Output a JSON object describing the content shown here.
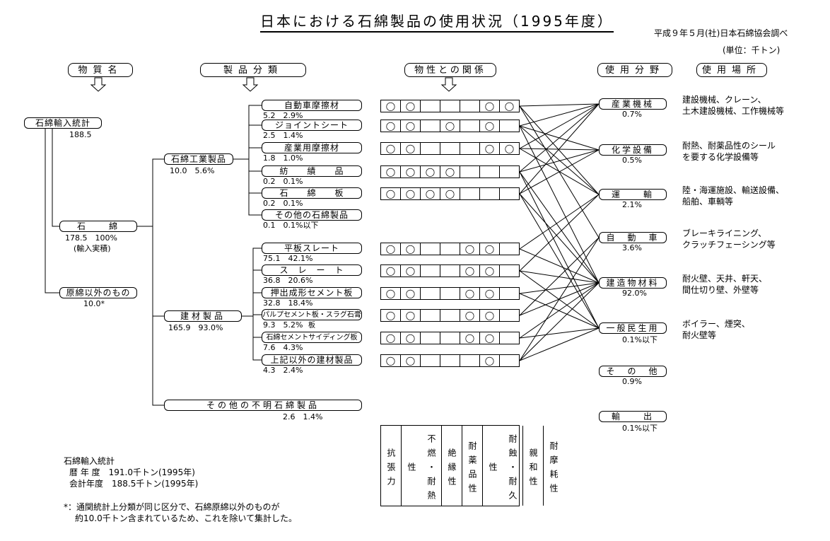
{
  "title": "日本における石綿製品の使用状況（1995年度）",
  "source": "平成９年５月(社)日本石綿協会調べ",
  "unit": "(単位：千トン)",
  "headers": {
    "substance": "物質名",
    "product": "製品分類",
    "property": "物性との関係",
    "field": "使用分野",
    "place": "使用場所"
  },
  "left": {
    "import_stats": {
      "label": "石綿輸入統計",
      "value": "188.5"
    },
    "asbestos": {
      "label": "石　　綿",
      "value": "178.5　100%",
      "note": "(輸入実積)"
    },
    "other": {
      "label": "原綿以外のもの",
      "value": "10.0*"
    }
  },
  "categories": [
    {
      "label": "石綿工業製品",
      "value": "10.0　5.6%"
    },
    {
      "label": "建材製品",
      "value": "165.9　93.0%"
    },
    {
      "label": "その他の不明石綿製品",
      "value": "2.6　1.4%"
    }
  ],
  "products": [
    {
      "label": "自動車摩擦材",
      "value": "5.2　2.9%",
      "cells": [
        "◯",
        "◯",
        "",
        "",
        "",
        "◯",
        "◯"
      ]
    },
    {
      "label": "ジョイントシート",
      "value": "2.5　1.4%",
      "cells": [
        "◯",
        "◯",
        "",
        "◯",
        "",
        "◯",
        ""
      ]
    },
    {
      "label": "産業用摩擦材",
      "value": "1.8　1.0%",
      "cells": [
        "◯",
        "◯",
        "",
        "",
        "",
        "◯",
        "◯"
      ]
    },
    {
      "label": "紡　　績　　品",
      "value": "0.2　0.1%",
      "cells": [
        "◯",
        "◯",
        "◯",
        "◯",
        "",
        "",
        ""
      ]
    },
    {
      "label": "石　　綿　　板",
      "value": "0.2　0.1%",
      "cells": [
        "◯",
        "◯",
        "◯",
        "◯",
        "",
        "",
        ""
      ]
    },
    {
      "label": "その他の石綿製品",
      "value": "0.1　0.1%以下",
      "cells": null
    },
    {
      "label": "平板スレート",
      "value": "75.1　42.1%",
      "cells": [
        "◯",
        "◯",
        "",
        "",
        "◯",
        "◯",
        ""
      ]
    },
    {
      "label": "ス　レ　ー　ト",
      "value": "36.8　20.6%",
      "cells": [
        "◯",
        "◯",
        "",
        "",
        "◯",
        "◯",
        ""
      ]
    },
    {
      "label": "押出成形セメント板",
      "value": "32.8　18.4%",
      "cells": [
        "◯",
        "◯",
        "",
        "",
        "◯",
        "◯",
        ""
      ]
    },
    {
      "label": "パルプセメント板・スラグ石膏板",
      "value": "9.3　5.2%",
      "cells": [
        "◯",
        "◯",
        "",
        "",
        "◯",
        "◯",
        ""
      ]
    },
    {
      "label": "石綿セメントサイディング板",
      "value": "7.6　4.3%",
      "cells": [
        "◯",
        "◯",
        "",
        "",
        "◯",
        "◯",
        ""
      ]
    },
    {
      "label": "上記以外の建材製品",
      "value": "4.3　2.4%",
      "cells": [
        "◯",
        "◯",
        "",
        "",
        "",
        "◯",
        ""
      ]
    }
  ],
  "fields": [
    {
      "label": "産業機械",
      "value": "0.7%",
      "place": "建設機械、クレーン、\n土木建設機械、工作機械等"
    },
    {
      "label": "化学設備",
      "value": "0.5%",
      "place": "耐熱、耐薬品性のシール\nを要する化学設備等"
    },
    {
      "label": "運　　輸",
      "value": "2.1%",
      "place": "陸・海運施設、輸送設備、\n船舶、車輌等"
    },
    {
      "label": "自　動　車",
      "value": "3.6%",
      "place": "ブレーキライニング、\nクラッチフェーシング等"
    },
    {
      "label": "建造物材料",
      "value": "92.0%",
      "place": "耐火壁、天井、軒天、\n間仕切り壁、外壁等"
    },
    {
      "label": "一般民生用",
      "value": "0.1%以下",
      "place": "ボイラー、煙突、\n耐火壁等"
    },
    {
      "label": "そ　の　他",
      "value": "0.9%",
      "place": ""
    },
    {
      "label": "輸　　出",
      "value": "0.1%以下",
      "place": ""
    }
  ],
  "properties": [
    "抗張力",
    "不燃・耐熱性",
    "絶縁性",
    "耐薬品性",
    "耐蝕・耐久性",
    "親和性",
    "耐摩耗性"
  ],
  "notes": {
    "stats_title": "石綿輸入統計",
    "stats_calendar": "暦 年 度　191.0千トン(1995年)",
    "stats_fiscal": "会計年度　188.5千トン(1995年)",
    "footnote_1": "*：通関統計上分類が同じ区分で、石綿原綿以外のものが",
    "footnote_2": "約10.0千トン含まれているため、これを除いて集計した。"
  }
}
